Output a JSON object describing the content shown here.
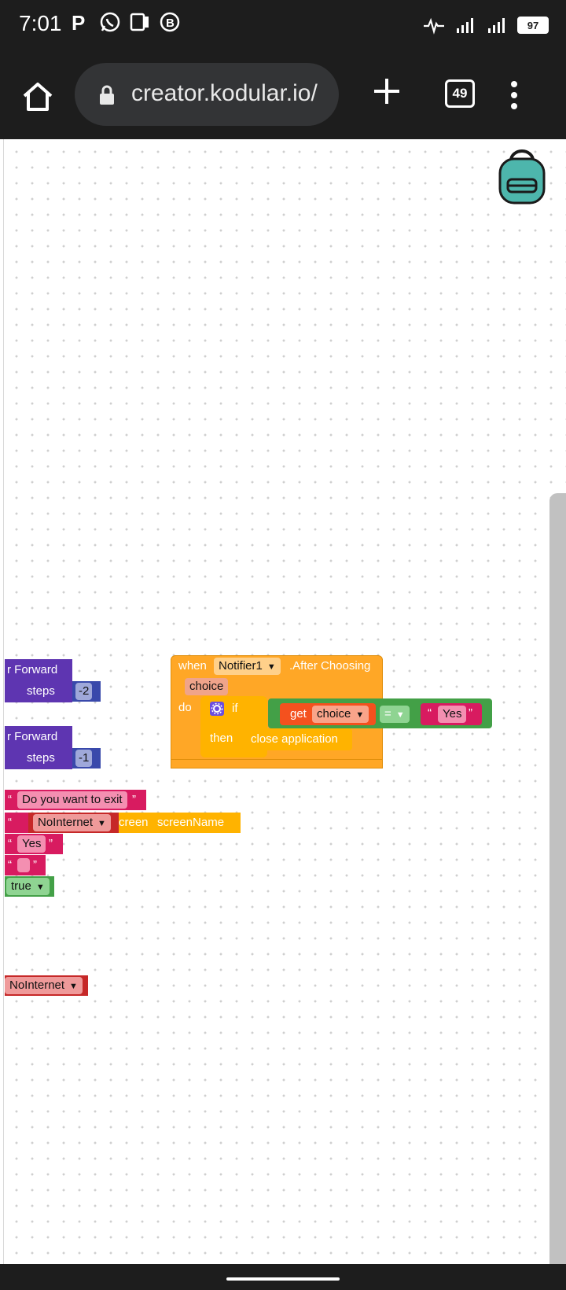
{
  "status_bar": {
    "time": "7:01",
    "battery": "97"
  },
  "browser": {
    "url": "creator.kodular.io/",
    "tab_count": "49"
  },
  "blocks": {
    "event_when": "when",
    "event_component": "Notifier1",
    "event_name": ".After Choosing",
    "event_param": "choice",
    "do_label": "do",
    "if_label": "if",
    "then_label": "then",
    "get_label": "get",
    "get_var": "choice",
    "compare_op": "=",
    "text_open_quote": "“",
    "text_close_quote": "”",
    "yes_text": "Yes",
    "close_app": "close application",
    "forward1_label": "r Forward",
    "steps1_label": "steps",
    "steps1_value": "-2",
    "forward2_label": "r Forward",
    "steps2_label": "steps",
    "steps2_value": "-1",
    "exit_text": "Do you want to exit",
    "screen_component": "NoInternet",
    "screen_label": "creen",
    "screen_name_label": "screenName",
    "yes2_text": "Yes",
    "true_label": "true",
    "nointernet_component": "NoInternet"
  },
  "icons": {
    "home": "home-icon",
    "lock": "lock-icon",
    "plus": "plus-icon",
    "menu": "more-vert-icon",
    "backpack": "backpack-icon",
    "gear": "gear-icon",
    "dropdown": "dropdown-arrow-icon"
  },
  "colors": {
    "event_orange": "#FFA726",
    "control_orange": "#FFB300",
    "logic_green": "#43A047",
    "purple": "#5E35B1",
    "text_pink": "#D81B60",
    "component_red": "#C62828",
    "variable_orange": "#F4511E"
  }
}
